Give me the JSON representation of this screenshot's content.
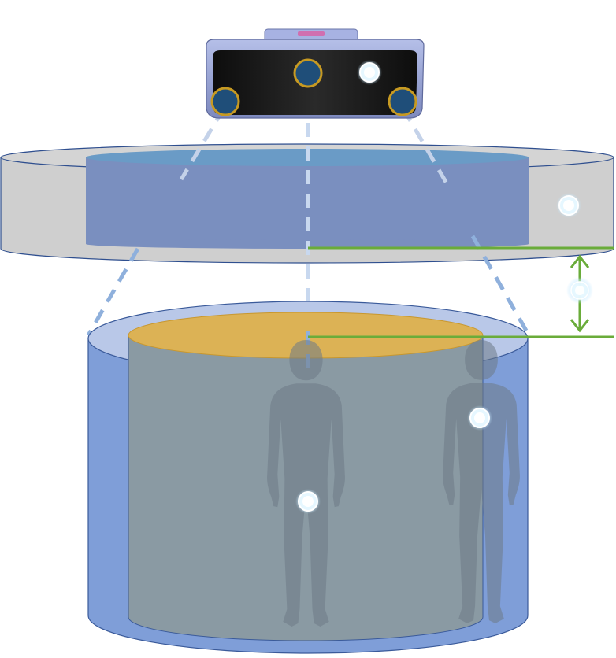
{
  "scene": {
    "colors": {
      "background": "#ffffff",
      "camera_body": "#9aa6d6",
      "camera_face": "#1a1a1a",
      "lens": "#1f4e79",
      "lens_ring": "#d4a017",
      "upper_disk_fill": "#cfcfcf",
      "upper_disk_edge": "#2f4f8f",
      "upper_window": "#6e8ec6",
      "lower_cylinder": "#7f9ed8",
      "inner_cylinder": "#8a9aa3",
      "floor_ellipse": "#e0b24f",
      "projection_lines": "#8fb0dc",
      "center_line": "#c8d8ef",
      "distance_marker": "#6aac3a",
      "silhouette": "#6d7a86",
      "hotspot_glow": "#dff4ff"
    },
    "icons": {
      "camera": "depth-camera-icon",
      "person": "person-silhouette-icon",
      "arrow": "double-arrow-icon",
      "hotspot": "hotspot-icon"
    },
    "hotspots": [
      "camera",
      "upper-zone",
      "distance",
      "person-right",
      "person-center"
    ]
  }
}
